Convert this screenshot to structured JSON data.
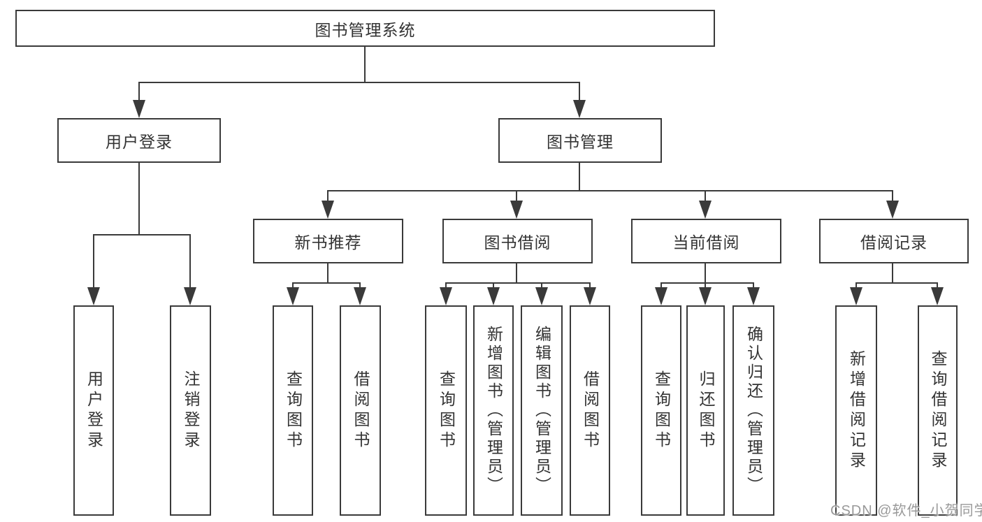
{
  "diagram": {
    "title": "图书管理系统",
    "level2": {
      "user_login": "用户登录",
      "book_management": "图书管理"
    },
    "level3": {
      "new_book_recommend": "新书推荐",
      "book_borrowing": "图书借阅",
      "current_borrowing": "当前借阅",
      "borrowing_records": "借阅记录"
    },
    "leaves": {
      "login": "用户登录",
      "logout": "注销登录",
      "rec_query_books": "查询图书",
      "rec_borrow_books": "借阅图书",
      "bb_query_books": "查询图书",
      "bb_add_books_admin": "新增图书（管理员）",
      "bb_edit_books_admin": "编辑图书（管理员）",
      "bb_borrow_books": "借阅图书",
      "cb_query_books": "查询图书",
      "cb_return_books": "归还图书",
      "cb_confirm_return_admin": "确认归还（管理员）",
      "br_add_record": "新增借阅记录",
      "br_query_record": "查询借阅记录"
    }
  },
  "watermark": {
    "text": "CSDN @软件_小贺同学"
  },
  "colors": {
    "line": "#3a3a3a",
    "text": "#333333",
    "background": "#ffffff",
    "watermark": "#949494"
  }
}
